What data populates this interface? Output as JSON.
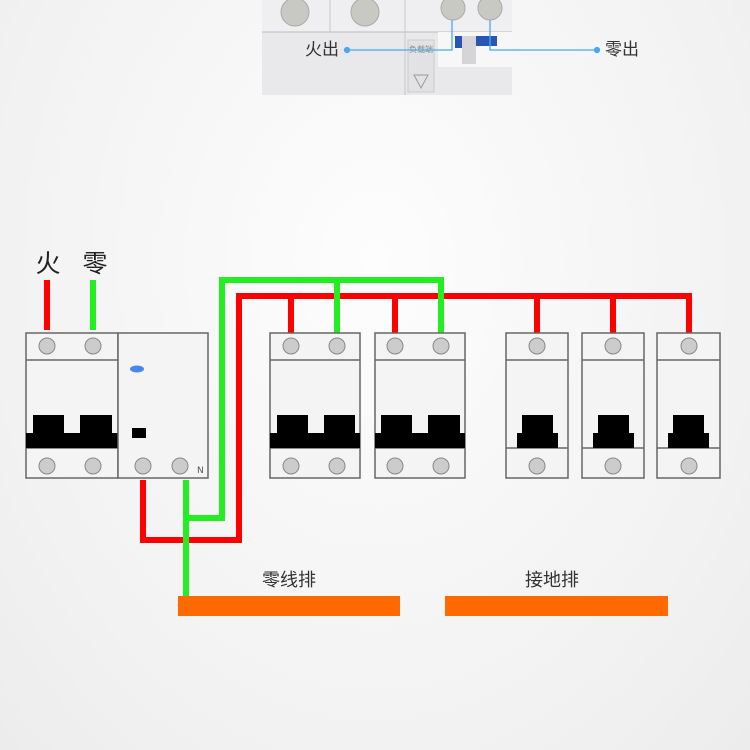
{
  "photo": {
    "live_out": "火出",
    "neutral_out": "零出",
    "load_side": "负载端"
  },
  "inputs": {
    "live": "火",
    "neutral": "零"
  },
  "rcd": {
    "n_label": "N"
  },
  "bars": {
    "neutral_bar": "零线排",
    "ground_bar": "接地排"
  },
  "colors": {
    "live": "#ff0000",
    "neutral": "#22ee22",
    "bar": "#ff6a00",
    "pointer": "#4aa8f0"
  }
}
